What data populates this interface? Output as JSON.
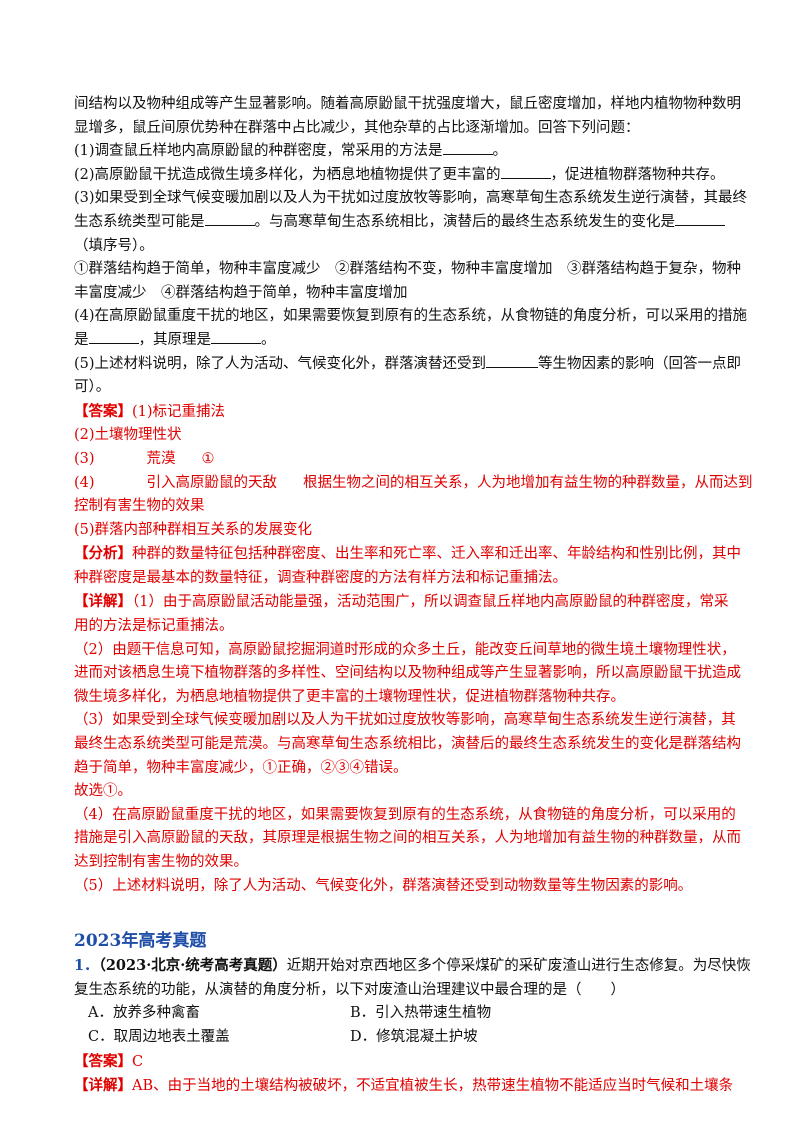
{
  "passage": {
    "l1": "间结构以及物种组成等产生显著影响。随着高原鼢鼠干扰强度增大，鼠丘密度增加，样地内植物物种数明",
    "l2": "显增多，鼠丘间原优势种在群落中占比减少，其他杂草的占比逐渐增加。回答下列问题：",
    "q1a": "(1)调查鼠丘样地内高原鼢鼠的种群密度，常采用的方法是",
    "q1b": "。",
    "q2a": "(2)高原鼢鼠干扰造成微生境多样化，为栖息地植物提供了更丰富的",
    "q2b": "，促进植物群落物种共存。",
    "q3a": "(3)如果受到全球气候变暖加剧以及人为干扰如过度放牧等影响，高寒草甸生态系统发生逆行演替，其最终",
    "q3b": "生态系统类型可能是",
    "q3c": "。与高寒草甸生态系统相比，演替后的最终生态系统发生的变化是",
    "q3d": "（填序号）。",
    "q3e": "①群落结构趋于简单，物种丰富度减少　②群落结构不变，物种丰富度增加　③群落结构趋于复杂，物种",
    "q3f": "丰富度减少　④群落结构趋于简单，物种丰富度增加",
    "q4a": "(4)在高原鼢鼠重度干扰的地区，如果需要恢复到原有的生态系统，从食物链的角度分析，可以采用的措施",
    "q4b": "是",
    "q4c": "，其原理是",
    "q4d": "。",
    "q5a": "(5)上述材料说明，除了人为活动、气候变化外，群落演替还受到",
    "q5b": "等生物因素的影响（回答一点即",
    "q5c": "可）。"
  },
  "answer": {
    "tag": "【答案】",
    "a1": "(1)标记重捕法",
    "a2": "(2)土壤物理性状",
    "a3_label": "(3)",
    "a3_v1": "荒漠",
    "a3_v2": "①",
    "a4_label": "(4)",
    "a4_v1": "引入高原鼢鼠的天敌",
    "a4_v2": "根据生物之间的相互关系，人为地增加有益生物的种群数量，从而达到",
    "a4_v3": "控制有害生物的效果",
    "a5": "(5)群落内部种群相互关系的发展变化"
  },
  "analysis": {
    "tag": "【分析】",
    "l1": "种群的数量特征包括种群密度、出生率和死亡率、迁入率和迁出率、年龄结构和性别比例，其中",
    "l2": "种群密度是最基本的数量特征，调查种群密度的方法有样方法和标记重捕法。"
  },
  "detail": {
    "tag": "【详解】",
    "d1a": "（1）由于高原鼢鼠活动能量强，活动范围广，所以调查鼠丘样地内高原鼢鼠的种群密度，常采",
    "d1b": "用的方法是标记重捕法。",
    "d2a": "（2）由题干信息可知，高原鼢鼠挖掘洞道时形成的众多土丘，能改变丘间草地的微生境土壤物理性状，",
    "d2b": "进而对该栖息生境下植物群落的多样性、空间结构以及物种组成等产生显著影响，所以高原鼢鼠干扰造成",
    "d2c": "微生境多样化，为栖息地植物提供了更丰富的土壤物理性状，促进植物群落物种共存。",
    "d3a": "（3）如果受到全球气候变暖加剧以及人为干扰如过度放牧等影响，高寒草甸生态系统发生逆行演替，其",
    "d3b": "最终生态系统类型可能是荒漠。与高寒草甸生态系统相比，演替后的最终生态系统发生的变化是群落结构",
    "d3c": "趋于简单，物种丰富度减少，①正确，②③④错误。",
    "d3d": "故选①。",
    "d4a": "（4）在高原鼢鼠重度干扰的地区，如果需要恢复到原有的生态系统，从食物链的角度分析，可以采用的",
    "d4b": "措施是引入高原鼢鼠的天敌，其原理是根据生物之间的相互关系，人为地增加有益生物的种群数量，从而",
    "d4c": "达到控制有害生物的效果。",
    "d5a": "（5）上述材料说明，除了人为活动、气候变化外，群落演替还受到动物数量等生物因素的影响。"
  },
  "section": {
    "heading": "2023年高考真题"
  },
  "q_next": {
    "num": "1．",
    "source": "（2023·北京·统考高考真题）",
    "stem1": "近期开始对京西地区多个停采煤矿的采矿废渣山进行生态修复。为尽快恢",
    "stem2": "复生态系统的功能，从演替的角度分析，以下对废渣山治理建议中最合理的是（　　）",
    "opt_a": "A．放养多种禽畜",
    "opt_b": "B．引入热带速生植物",
    "opt_c": "C．取周边地表土覆盖",
    "opt_d": "D．修筑混凝土护坡",
    "ans_tag": "【答案】",
    "ans_val": "C",
    "detail_tag": "【详解】",
    "detail_text": "AB、由于当地的土壤结构被破坏，不适宜植被生长，热带速生植物不能适应当时气候和土壤条"
  }
}
